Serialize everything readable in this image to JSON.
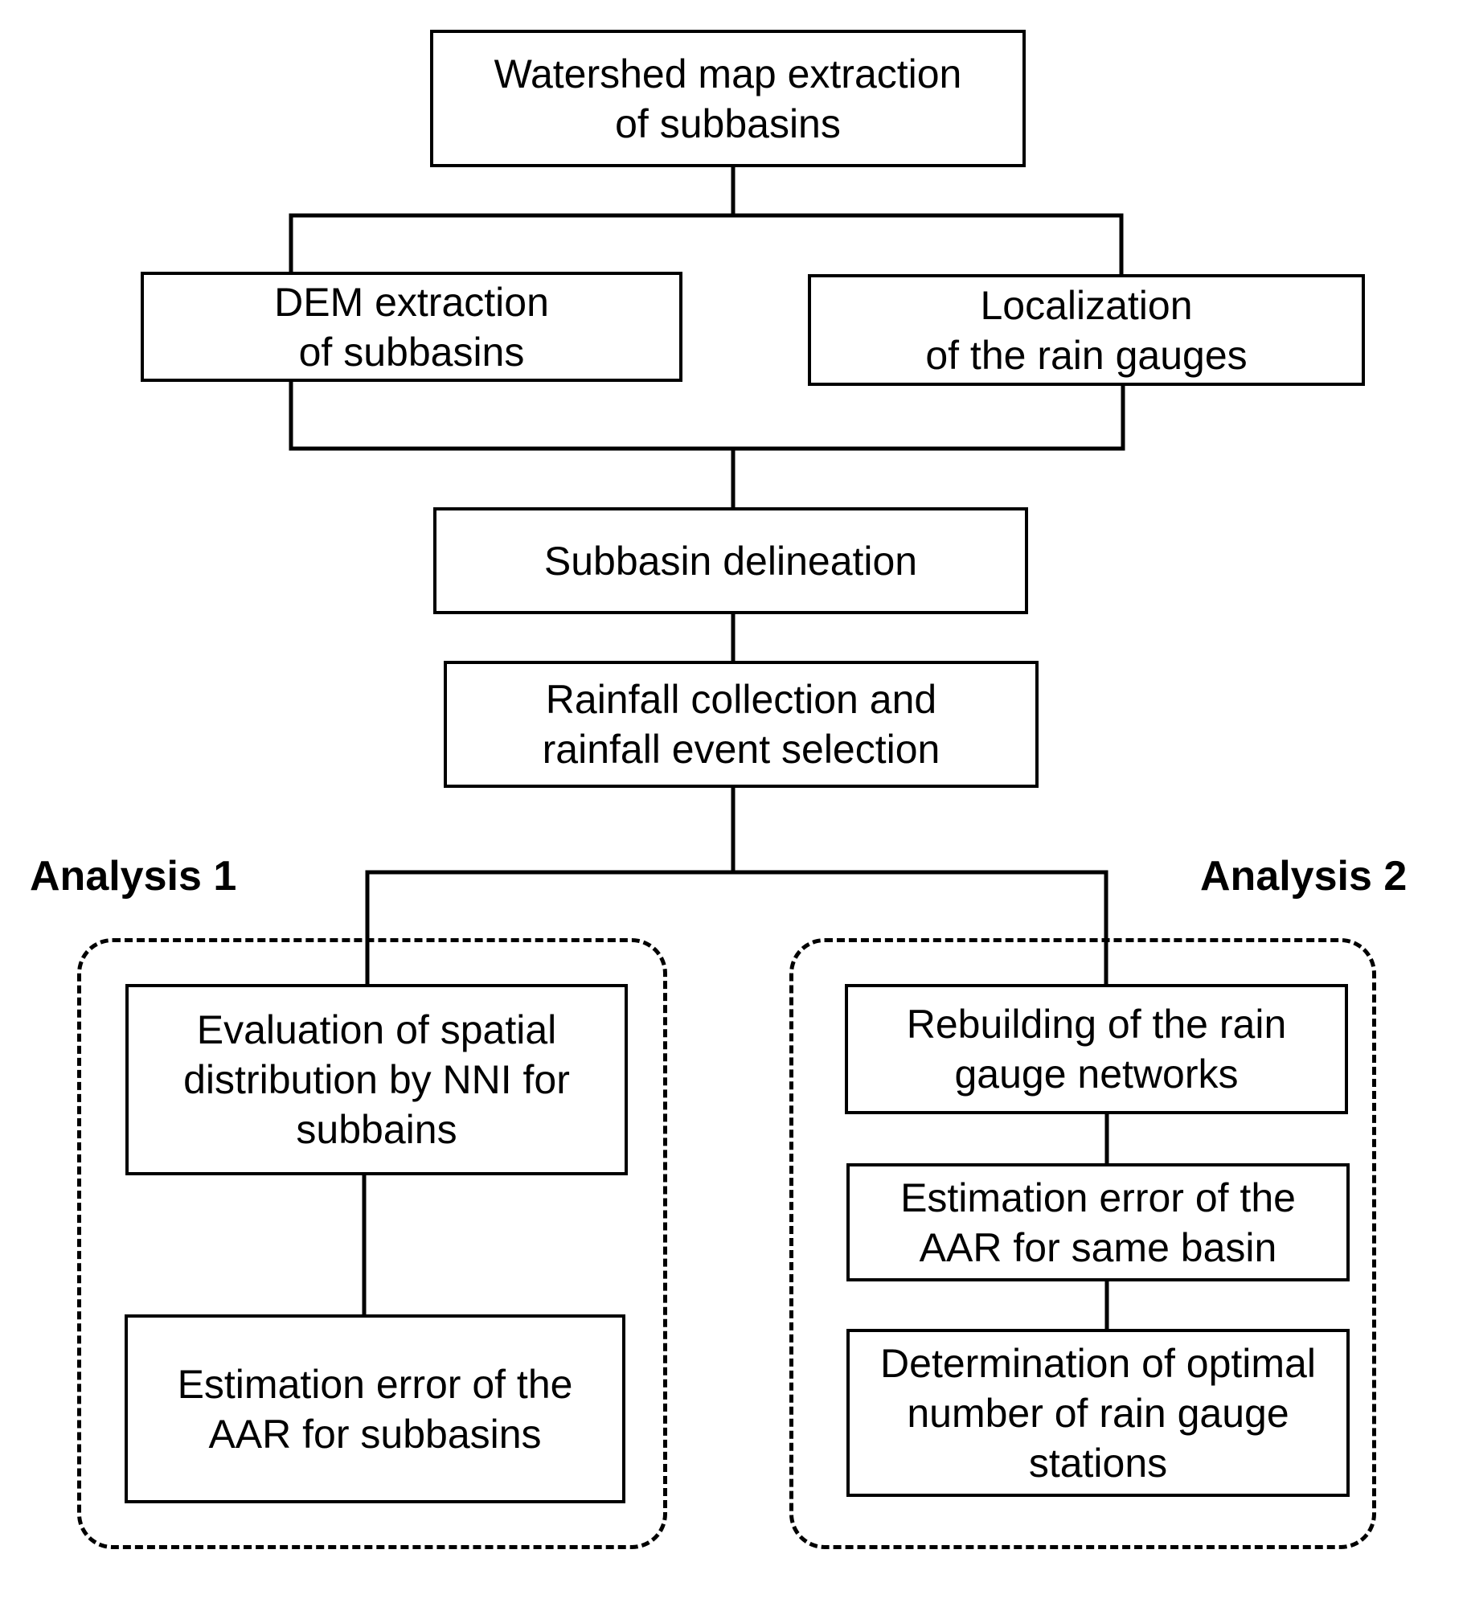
{
  "nodes": {
    "watershed": "Watershed map extraction\nof subbasins",
    "dem": "DEM extraction\nof subbasins",
    "localization": "Localization\nof the rain gauges",
    "delineation": "Subbasin delineation",
    "rainfall": "Rainfall collection and\nrainfall event selection",
    "evaluation": "Evaluation of spatial\ndistribution by NNI for\nsubbains",
    "estimation_sub": "Estimation error of the\nAAR for subbasins",
    "rebuilding": "Rebuilding of the rain\ngauge networks",
    "estimation_same": "Estimation error of the\nAAR for same basin",
    "determination": "Determination of optimal\nnumber of rain gauge\nstations"
  },
  "groups": {
    "analysis1": "Analysis 1",
    "analysis2": "Analysis 2"
  },
  "colors": {
    "stroke": "#000000",
    "background": "#ffffff"
  }
}
